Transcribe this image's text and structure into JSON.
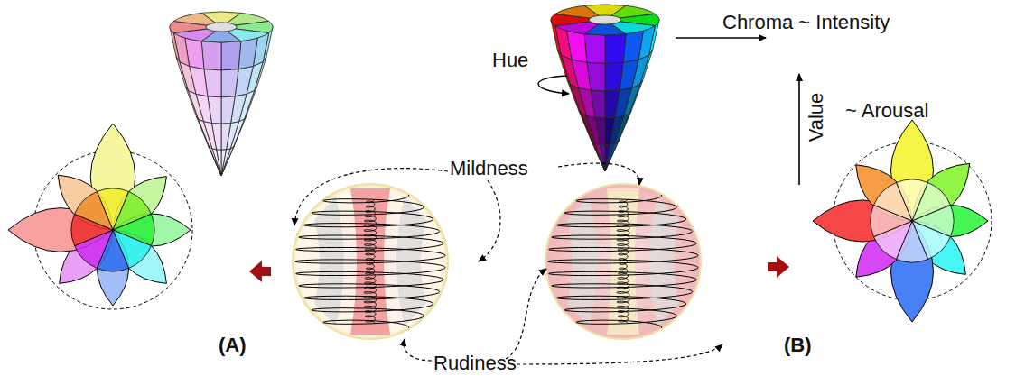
{
  "diagram": {
    "labels": [
      "Chroma ~ Intensity",
      "Hue",
      "Value",
      "~ Arousal",
      "Mildness",
      "Rudiness",
      "(A)",
      "(B)"
    ]
  }
}
